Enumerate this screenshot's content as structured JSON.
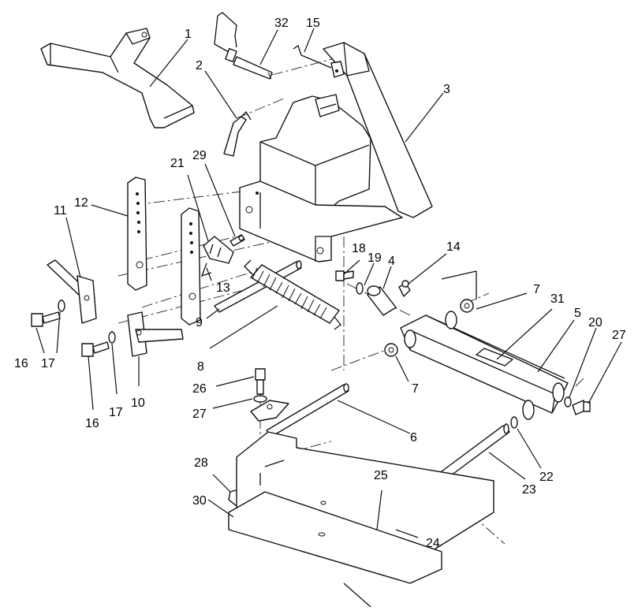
{
  "callouts": [
    {
      "label": "1"
    },
    {
      "label": "2"
    },
    {
      "label": "3"
    },
    {
      "label": "4"
    },
    {
      "label": "5"
    },
    {
      "label": "6"
    },
    {
      "label": "7"
    },
    {
      "label": "7"
    },
    {
      "label": "8"
    },
    {
      "label": "9"
    },
    {
      "label": "10"
    },
    {
      "label": "11"
    },
    {
      "label": "12"
    },
    {
      "label": "13"
    },
    {
      "label": "14"
    },
    {
      "label": "15"
    },
    {
      "label": "16"
    },
    {
      "label": "16"
    },
    {
      "label": "17"
    },
    {
      "label": "17"
    },
    {
      "label": "18"
    },
    {
      "label": "19"
    },
    {
      "label": "20"
    },
    {
      "label": "21"
    },
    {
      "label": "22"
    },
    {
      "label": "23"
    },
    {
      "label": "24"
    },
    {
      "label": "25"
    },
    {
      "label": "26"
    },
    {
      "label": "27"
    },
    {
      "label": "27"
    },
    {
      "label": "28"
    },
    {
      "label": "29"
    },
    {
      "label": "30"
    },
    {
      "label": "31"
    },
    {
      "label": "32"
    }
  ]
}
